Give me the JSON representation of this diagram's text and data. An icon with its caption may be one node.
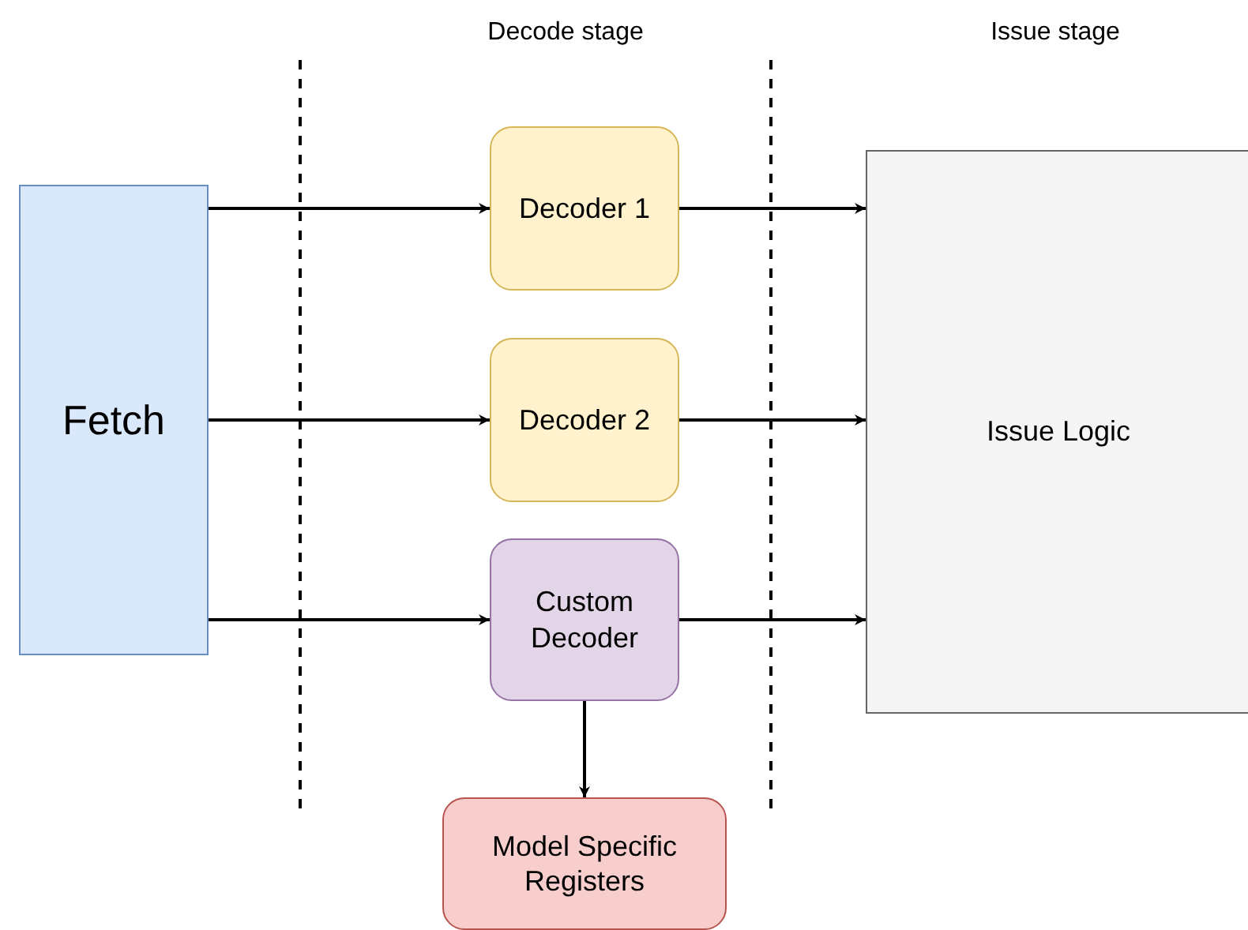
{
  "diagram": {
    "nodes": [
      {
        "text": [
          "Fetch"
        ]
      },
      {
        "text": [
          "Decoder 1"
        ]
      },
      {
        "text": [
          "Decoder 2"
        ]
      },
      {
        "text": [
          "Custom Decoder"
        ]
      },
      {
        "text": [
          "Model Specific Registers"
        ]
      },
      {
        "text": [
          "Issue Logic"
        ]
      }
    ],
    "edges": [
      {
        "from": 0,
        "to": 1,
        "arrow": "to"
      },
      {
        "from": 0,
        "to": 2,
        "arrow": "to"
      },
      {
        "from": 0,
        "to": 3,
        "arrow": "to"
      },
      {
        "from": 1,
        "to": 5,
        "arrow": "to"
      },
      {
        "from": 2,
        "to": 5,
        "arrow": "to"
      },
      {
        "from": 3,
        "to": 5,
        "arrow": "to"
      },
      {
        "from": 3,
        "to": 4,
        "arrow": "to"
      }
    ],
    "labels": [
      "Decode stage",
      "Issue stage"
    ]
  }
}
